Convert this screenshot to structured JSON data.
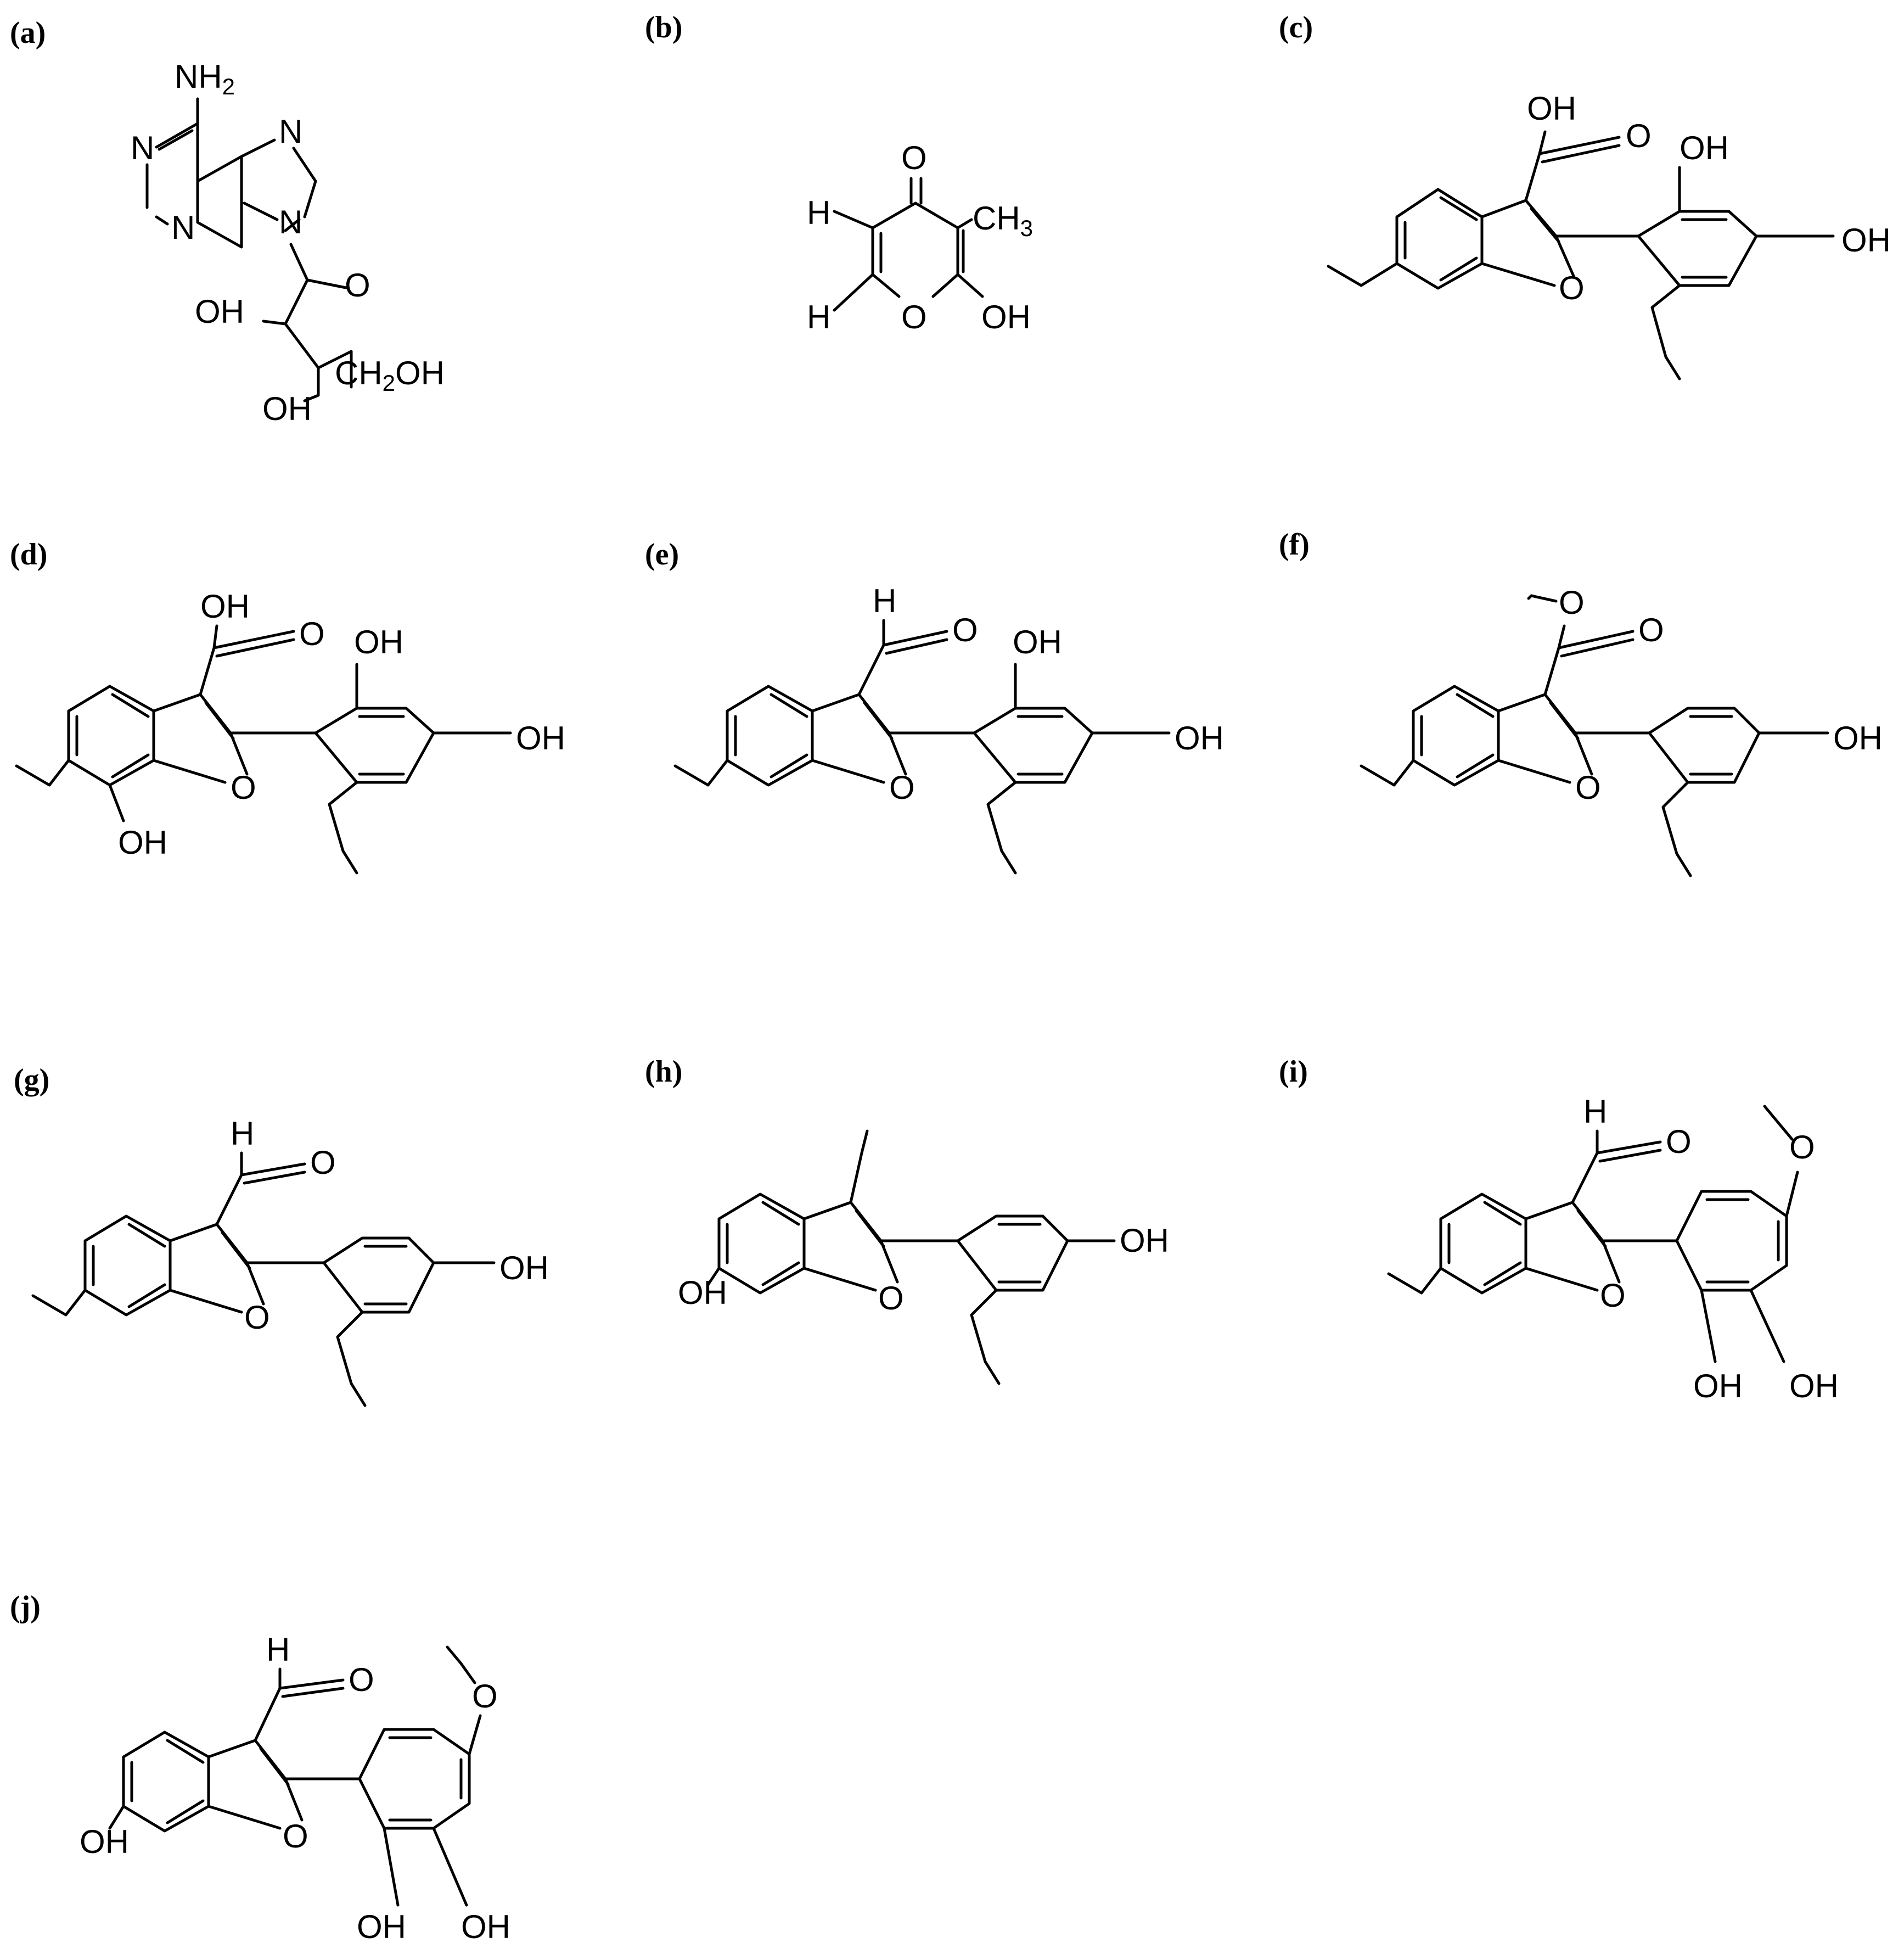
{
  "panels": [
    {
      "id": "a",
      "label": "(a)",
      "atoms": {
        "nh2": "NH",
        "nh2_sub": "2",
        "n1": "N",
        "n3": "N",
        "n7": "N",
        "n9": "N",
        "o_ring": "O",
        "oh2": "OH",
        "oh3": "OH",
        "ch2oh_c": "CH",
        "ch2oh_sub": "2",
        "ch2oh_oh": "OH"
      }
    },
    {
      "id": "b",
      "label": "(b)",
      "atoms": {
        "o_keto": "O",
        "ch3": "CH",
        "ch3_sub": "3",
        "h1": "H",
        "h2": "H",
        "o_ring": "O",
        "oh": "OH"
      }
    },
    {
      "id": "c",
      "label": "(c)",
      "atoms": {
        "acid_oh": "OH",
        "acid_o": "O",
        "ring_o": "O",
        "oh_top": "OH",
        "oh_right": "OH"
      }
    },
    {
      "id": "d",
      "label": "(d)",
      "atoms": {
        "acid_oh": "OH",
        "acid_o": "O",
        "ring_o": "O",
        "oh_top": "OH",
        "oh_right": "OH",
        "oh_bottom": "OH"
      }
    },
    {
      "id": "e",
      "label": "(e)",
      "atoms": {
        "ald_h": "H",
        "ald_o": "O",
        "ring_o": "O",
        "oh_top": "OH",
        "oh_right": "OH"
      }
    },
    {
      "id": "f",
      "label": "(f)",
      "atoms": {
        "ester_o": "O",
        "carbonyl_o": "O",
        "ring_o": "O",
        "oh_right": "OH"
      }
    },
    {
      "id": "g",
      "label": "(g)",
      "atoms": {
        "ald_h": "H",
        "ald_o": "O",
        "ring_o": "O",
        "oh_right": "OH"
      }
    },
    {
      "id": "h",
      "label": "(h)",
      "atoms": {
        "ring_o": "O",
        "oh_left": "OH",
        "oh_right": "OH"
      }
    },
    {
      "id": "i",
      "label": "(i)",
      "atoms": {
        "ald_h": "H",
        "ald_o": "O",
        "ring_o": "O",
        "oh_a": "OH",
        "oh_b": "OH"
      }
    },
    {
      "id": "j",
      "label": "(j)",
      "atoms": {
        "ald_h": "H",
        "ald_o": "O",
        "ring_o": "O",
        "oh_left": "OH",
        "oh_a": "OH",
        "oh_b": "OH"
      }
    }
  ]
}
